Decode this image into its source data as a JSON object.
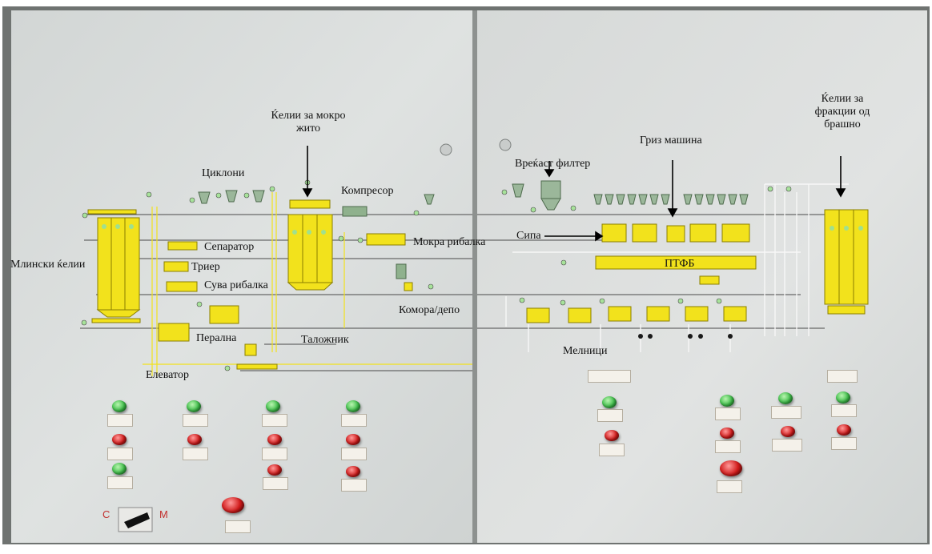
{
  "left_panel": {
    "labels": {
      "wet_cells": "Ќелии за мокро\nжито",
      "cyclones": "Циклони",
      "compressor": "Компресор",
      "separator": "Сепаратор",
      "mill_cells": "Млински ќелии",
      "trier": "Триер",
      "dry_scrubber": "Сува рибалка",
      "wet_scrubber": "Мокра рибалка",
      "chamber": "Комора/депо",
      "washer": "Перална",
      "settler": "Таложник",
      "elevator": "Елеватор"
    },
    "switch": {
      "left_letter": "С",
      "right_letter": "М"
    }
  },
  "right_panel": {
    "labels": {
      "bag_filter": "Вреќаст филтер",
      "griz_machine": "Гриз машина",
      "flour_cells": "Ќелии за\nфракции од\nбрашно",
      "sifter": "Сипа",
      "ptfb": "ПТФБ",
      "mills": "Мелници"
    }
  },
  "colors": {
    "panel": "#dadddc",
    "panel_shadow": "#b8bcbb",
    "diagram_yellow": "#f2e21c",
    "line_dark": "#444444",
    "line_white": "#f7f7f7",
    "button_green": "#3fbf4a",
    "button_red": "#d11a1a"
  }
}
